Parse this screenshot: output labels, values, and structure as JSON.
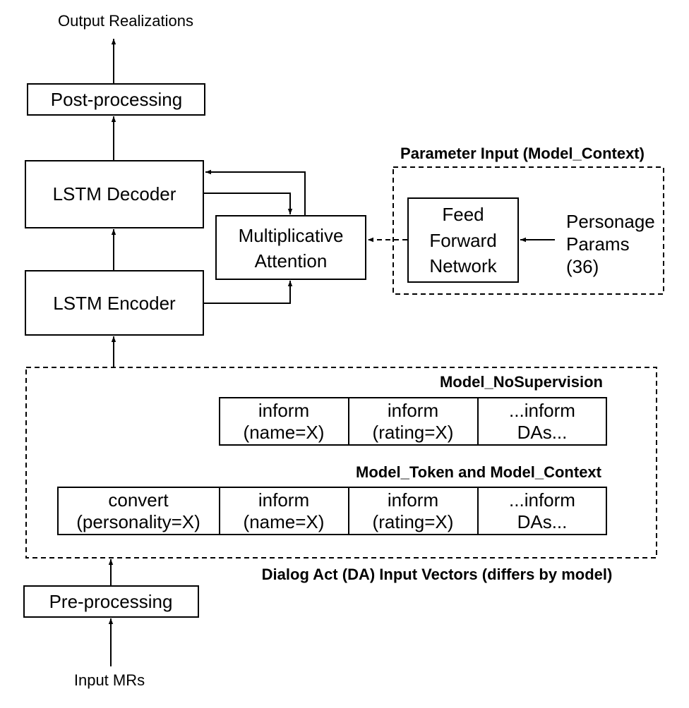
{
  "diagram": {
    "output_label": "Output Realizations",
    "input_label": "Input MRs",
    "post_processing": "Post-processing",
    "pre_processing": "Pre-processing",
    "lstm_decoder": "LSTM Decoder",
    "lstm_encoder": "LSTM Encoder",
    "attention": {
      "line1": "Multiplicative",
      "line2": "Attention"
    },
    "parameter_input": {
      "title": "Parameter Input (Model_Context)",
      "ffn": {
        "line1": "Feed",
        "line2": "Forward",
        "line3": "Network"
      },
      "personage": {
        "line1": "Personage",
        "line2": "Params",
        "line3": "(36)"
      }
    },
    "da_input": {
      "caption": "Dialog Act (DA) Input Vectors (differs by model)",
      "nosupervision": {
        "title": "Model_NoSupervision",
        "cells": [
          {
            "line1": "inform",
            "line2": "(name=X)"
          },
          {
            "line1": "inform",
            "line2": "(rating=X)"
          },
          {
            "line1": "...inform",
            "line2": "DAs..."
          }
        ]
      },
      "token_context": {
        "title": "Model_Token and Model_Context",
        "cells": [
          {
            "line1": "convert",
            "line2": "(personality=X)"
          },
          {
            "line1": "inform",
            "line2": "(name=X)"
          },
          {
            "line1": "inform",
            "line2": "(rating=X)"
          },
          {
            "line1": "...inform",
            "line2": "DAs..."
          }
        ]
      }
    }
  }
}
